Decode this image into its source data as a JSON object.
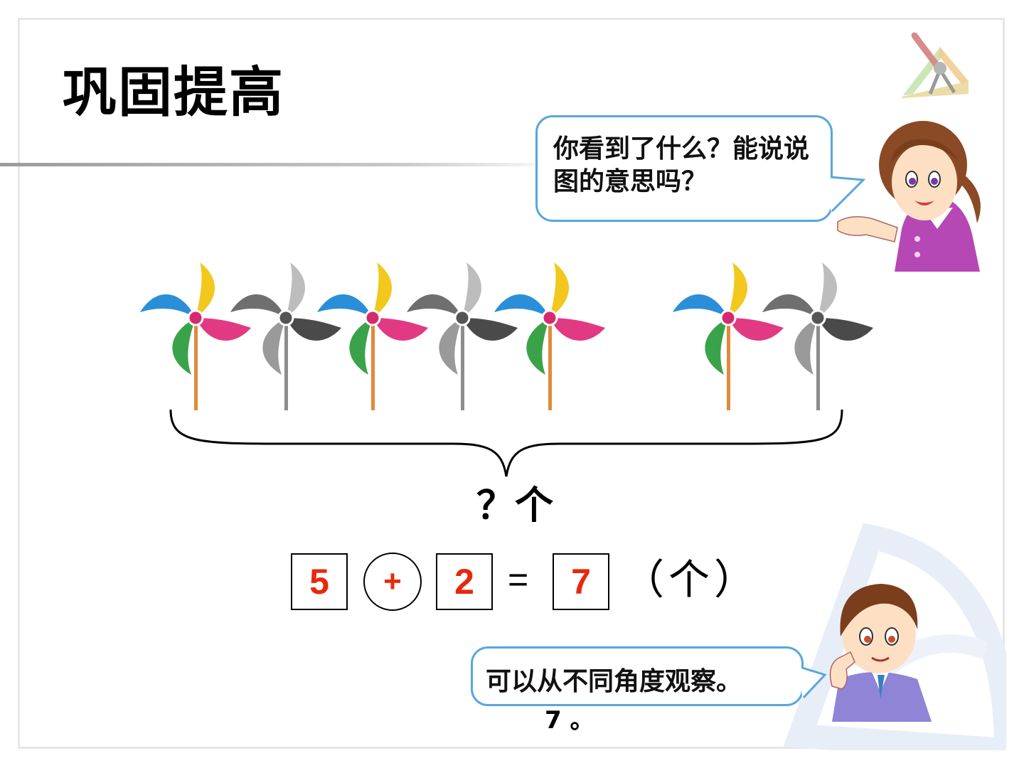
{
  "slide": {
    "title": "巩固提高"
  },
  "speech": {
    "teacher": "你看到了什么？能说说图的意思吗？",
    "boy": "可以从不同角度观察。"
  },
  "picture": {
    "pinwheels_colored": 3,
    "pinwheels_gray": 2,
    "pinwheels_colored_right": 1,
    "pinwheels_gray_right": 1,
    "total_question": "？个"
  },
  "equation": {
    "term1": "5",
    "operator": "+",
    "term2": "2",
    "equals": "=",
    "result": "7",
    "unit": "（个）"
  },
  "footnote": "7 。",
  "colors": {
    "answer_red": "#e8280c",
    "bubble_border": "#5aa6dd"
  }
}
